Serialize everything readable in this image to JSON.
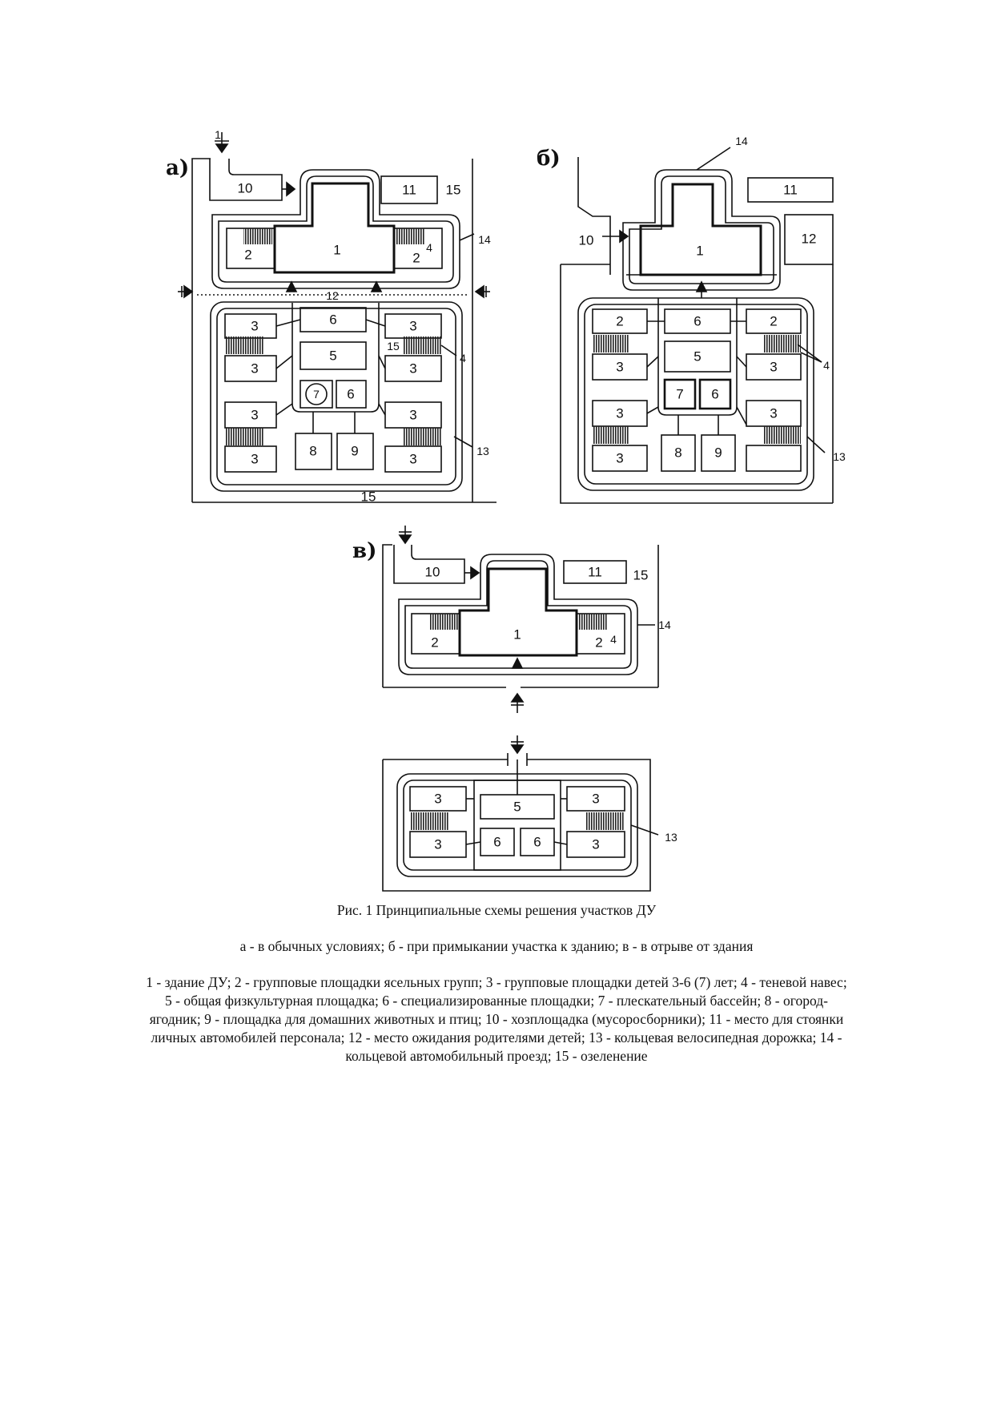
{
  "panels": {
    "a": {
      "letter": "а)",
      "labels": {
        "building": "1",
        "nursery_left": "2",
        "nursery_right": "2",
        "canopy_top": "4",
        "canopy_side": "4",
        "household": "10",
        "parking": "11",
        "greenery_top": "15",
        "greenery_bottom": "15",
        "greenery_inner": "15",
        "waiting": "12",
        "ring_road": "14",
        "bike_path": "13",
        "group_l1": "3",
        "group_l2": "3",
        "group_l3": "3",
        "group_l4": "3",
        "group_r1": "3",
        "group_r2": "3",
        "group_r3": "3",
        "group_r4": "3",
        "special_top": "6",
        "sport": "5",
        "pool": "7",
        "special_small": "6",
        "garden": "8",
        "animals": "9",
        "entry": "1"
      }
    },
    "b": {
      "letter": "б)",
      "labels": {
        "building": "1",
        "household": "10",
        "parking": "11",
        "other": "12",
        "ring_road": "14",
        "bike_path": "13",
        "canopy": "4",
        "nursery_l": "2",
        "nursery_r": "2",
        "group_l1": "3",
        "group_l2": "3",
        "group_l3": "3",
        "group_r1": "3",
        "group_r2": "3",
        "special_top": "6",
        "sport": "5",
        "pool": "7",
        "special_small": "6",
        "garden": "8",
        "animals": "9"
      }
    },
    "v": {
      "letter": "в)",
      "labels": {
        "building": "1",
        "nursery_left": "2",
        "nursery_right": "2",
        "canopy": "4",
        "household": "10",
        "parking": "11",
        "greenery": "15",
        "ring_road": "14",
        "bike_path": "13",
        "group_l1": "3",
        "group_l2": "3",
        "group_r1": "3",
        "group_r2": "3",
        "sport": "5",
        "special_l": "6",
        "special_r": "6"
      }
    }
  },
  "caption": {
    "title": "Рис. 1 Принципиальные схемы решения участков ДУ",
    "subtitle": "а - в обычных условиях; б - при примыкании участка к зданию; в - в отрыве от здания",
    "legend": "1 - здание ДУ; 2 - групповые площадки ясельных групп; 3  - групповые площадки детей 3-6 (7) лет; 4 - теневой навес; 5 - общая физкультурная площадка; 6 - специализированные площадки; 7 - плескательный бассейн; 8 - огород-ягодник; 9 - площадка для домашних животных и птиц; 10 - хозплощадка (мусоросборники); 11 - место для стоянки личных автомобилей персонала; 12  - место ожидания родителями детей; 13 - кольцевая велосипедная дорожка; 14 - кольцевой автомобильный проезд; 15 - озеленение"
  }
}
